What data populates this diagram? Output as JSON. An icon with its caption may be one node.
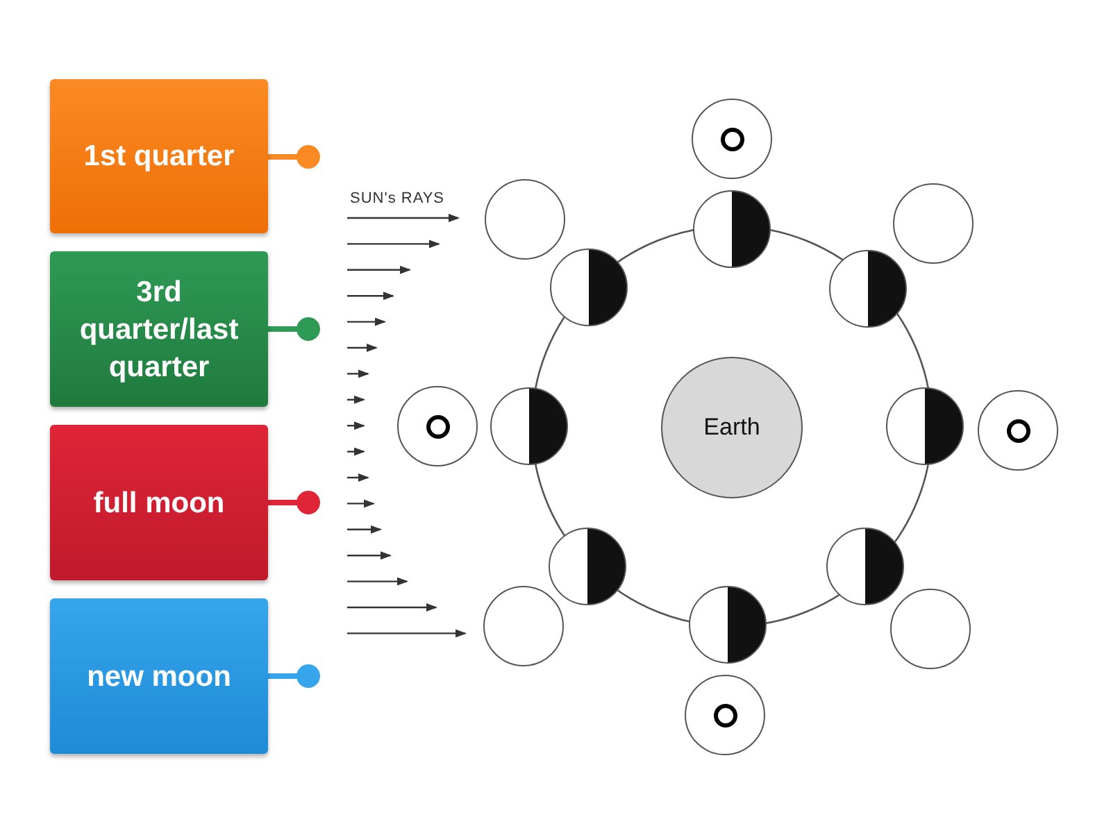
{
  "diagram": {
    "nodes": [
      {
        "text": [
          "1st quarter"
        ]
      },
      {
        "text": [
          "3rd quarter/last quarter"
        ]
      },
      {
        "text": [
          "full moon"
        ]
      },
      {
        "text": [
          "new moon"
        ]
      },
      {
        "text": [],
        "shape": "circle"
      },
      {
        "text": [],
        "shape": "circle"
      },
      {
        "text": [],
        "shape": "circle"
      },
      {
        "text": [],
        "shape": "circle"
      },
      {
        "text": [],
        "shape": "circle"
      },
      {
        "text": [],
        "shape": "circle"
      },
      {
        "text": [],
        "shape": "circle"
      },
      {
        "text": [],
        "shape": "circle"
      },
      {
        "text": [
          "Earth"
        ]
      },
      {
        "text": [],
        "shape": "circle"
      },
      {
        "text": [],
        "shape": "circle"
      },
      {
        "text": [],
        "shape": "circle"
      },
      {
        "text": [],
        "shape": "circle"
      },
      {
        "text": [],
        "shape": "circle"
      },
      {
        "text": [],
        "shape": "circle"
      },
      {
        "text": [],
        "shape": "circle"
      },
      {
        "text": [],
        "shape": "circle"
      }
    ],
    "edges": [],
    "labels": [
      "SUN's RAYS"
    ]
  }
}
